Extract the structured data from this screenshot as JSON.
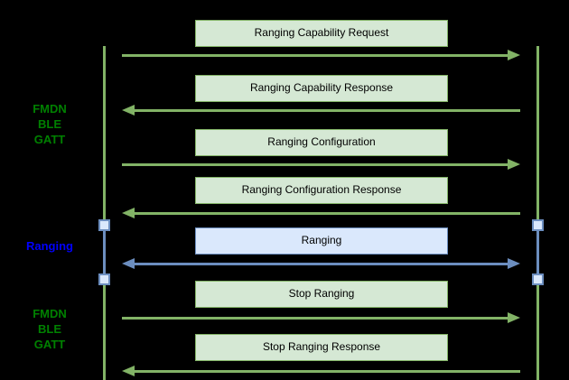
{
  "diagram": {
    "type": "sequence-diagram",
    "description": "FMDN BLE ranging protocol message flow between two lifelines"
  },
  "colors": {
    "background": "#000000",
    "green_stroke": "#82b366",
    "green_fill": "#d5e8d4",
    "blue_stroke": "#6c8ebf",
    "blue_fill": "#dae8fc",
    "phase_label_green": "#008000",
    "phase_label_blue": "#0000ff",
    "message_text": "#000000"
  },
  "phase_labels": [
    {
      "name": "fmdn-ble-gatt-top",
      "lines": [
        "FMDN",
        "BLE",
        "GATT"
      ],
      "color": "green"
    },
    {
      "name": "ranging",
      "lines": [
        "Ranging"
      ],
      "color": "blue"
    },
    {
      "name": "fmdn-ble-gatt-bottom",
      "lines": [
        "FMDN",
        "BLE",
        "GATT"
      ],
      "color": "green"
    }
  ],
  "messages": [
    {
      "label": "Ranging Capability Request",
      "direction": "right",
      "color": "green"
    },
    {
      "label": "Ranging Capability Response",
      "direction": "left",
      "color": "green"
    },
    {
      "label": "Ranging Configuration",
      "direction": "right",
      "color": "green"
    },
    {
      "label": "Ranging Configuration Response",
      "direction": "left",
      "color": "green"
    },
    {
      "label": "Ranging",
      "direction": "both",
      "color": "blue"
    },
    {
      "label": "Stop Ranging",
      "direction": "right",
      "color": "green"
    },
    {
      "label": "Stop Ranging Response",
      "direction": "left",
      "color": "green"
    }
  ],
  "lifelines": {
    "count": 2,
    "segment_styles": [
      "green",
      "blue",
      "green"
    ],
    "endpoint_marker": "square"
  }
}
